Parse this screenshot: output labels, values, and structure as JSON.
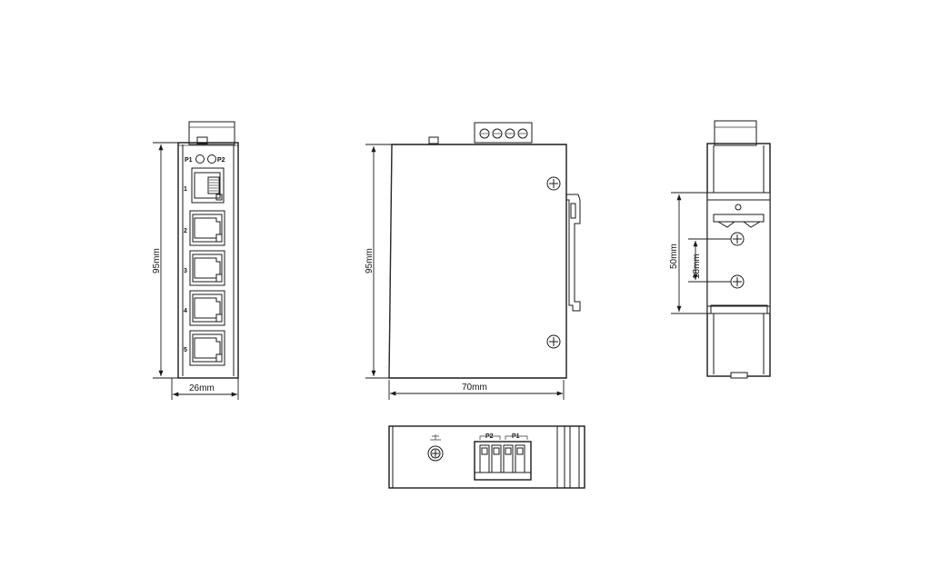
{
  "front_view": {
    "height_label": "95mm",
    "width_label": "26mm",
    "led_labels": [
      "P1",
      "P2"
    ],
    "port_numbers": [
      "1",
      "2",
      "3",
      "4",
      "5"
    ]
  },
  "side_view": {
    "height_label": "95mm",
    "width_label": "70mm"
  },
  "rear_view": {
    "rail_label": "50mm",
    "screw_spacing_label": "18mm"
  },
  "top_view": {
    "terminal_labels": [
      "P2",
      "P1"
    ]
  }
}
